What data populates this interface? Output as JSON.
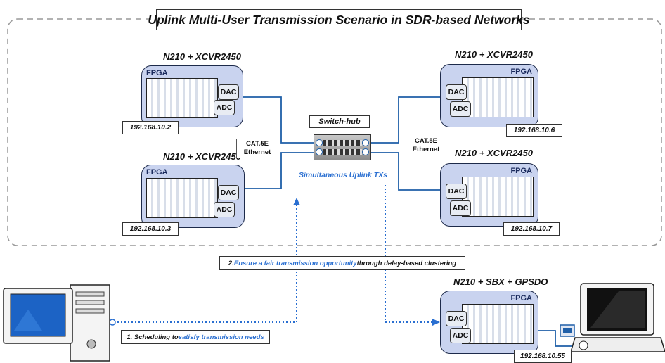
{
  "title": "Uplink Multi-User Transmission Scenario in SDR-based Networks",
  "nodes": [
    {
      "label": "N210 + XCVR2450",
      "fpga": "FPGA",
      "dac": "DAC",
      "adc": "ADC",
      "ip": "192.168.10.2"
    },
    {
      "label": "N210 + XCVR2450",
      "fpga": "FPGA",
      "dac": "DAC",
      "adc": "ADC",
      "ip": "192.168.10.3"
    },
    {
      "label": "N210 + XCVR2450",
      "fpga": "FPGA",
      "dac": "DAC",
      "adc": "ADC",
      "ip": "192.168.10.6"
    },
    {
      "label": "N210 + XCVR2450",
      "fpga": "FPGA",
      "dac": "DAC",
      "adc": "ADC",
      "ip": "192.168.10.7"
    },
    {
      "label": "N210 + SBX + GPSDO",
      "fpga": "FPGA",
      "dac": "DAC",
      "adc": "ADC",
      "ip": "192.168.10.55"
    }
  ],
  "switch": {
    "label": "Switch-hub",
    "caption": "Simultaneous Uplink TXs"
  },
  "cables": {
    "left_line1": "CAT.5E",
    "left_line2": "Ethernet",
    "right_line1": "CAT.5E",
    "right_line2": "Ethernet"
  },
  "notes": {
    "step1_prefix": "1. Scheduling to ",
    "step1_highlight": "satisfy transmission needs",
    "step2_prefix": "2. ",
    "step2_highlight": "Ensure a fair transmission opportunity",
    "step2_suffix": " through delay-based clustering"
  },
  "colors": {
    "node_fill": "#c9d3ef",
    "link": "#1f5fa8",
    "dotted": "#2a6fd1",
    "highlight": "#2a6fd1"
  }
}
